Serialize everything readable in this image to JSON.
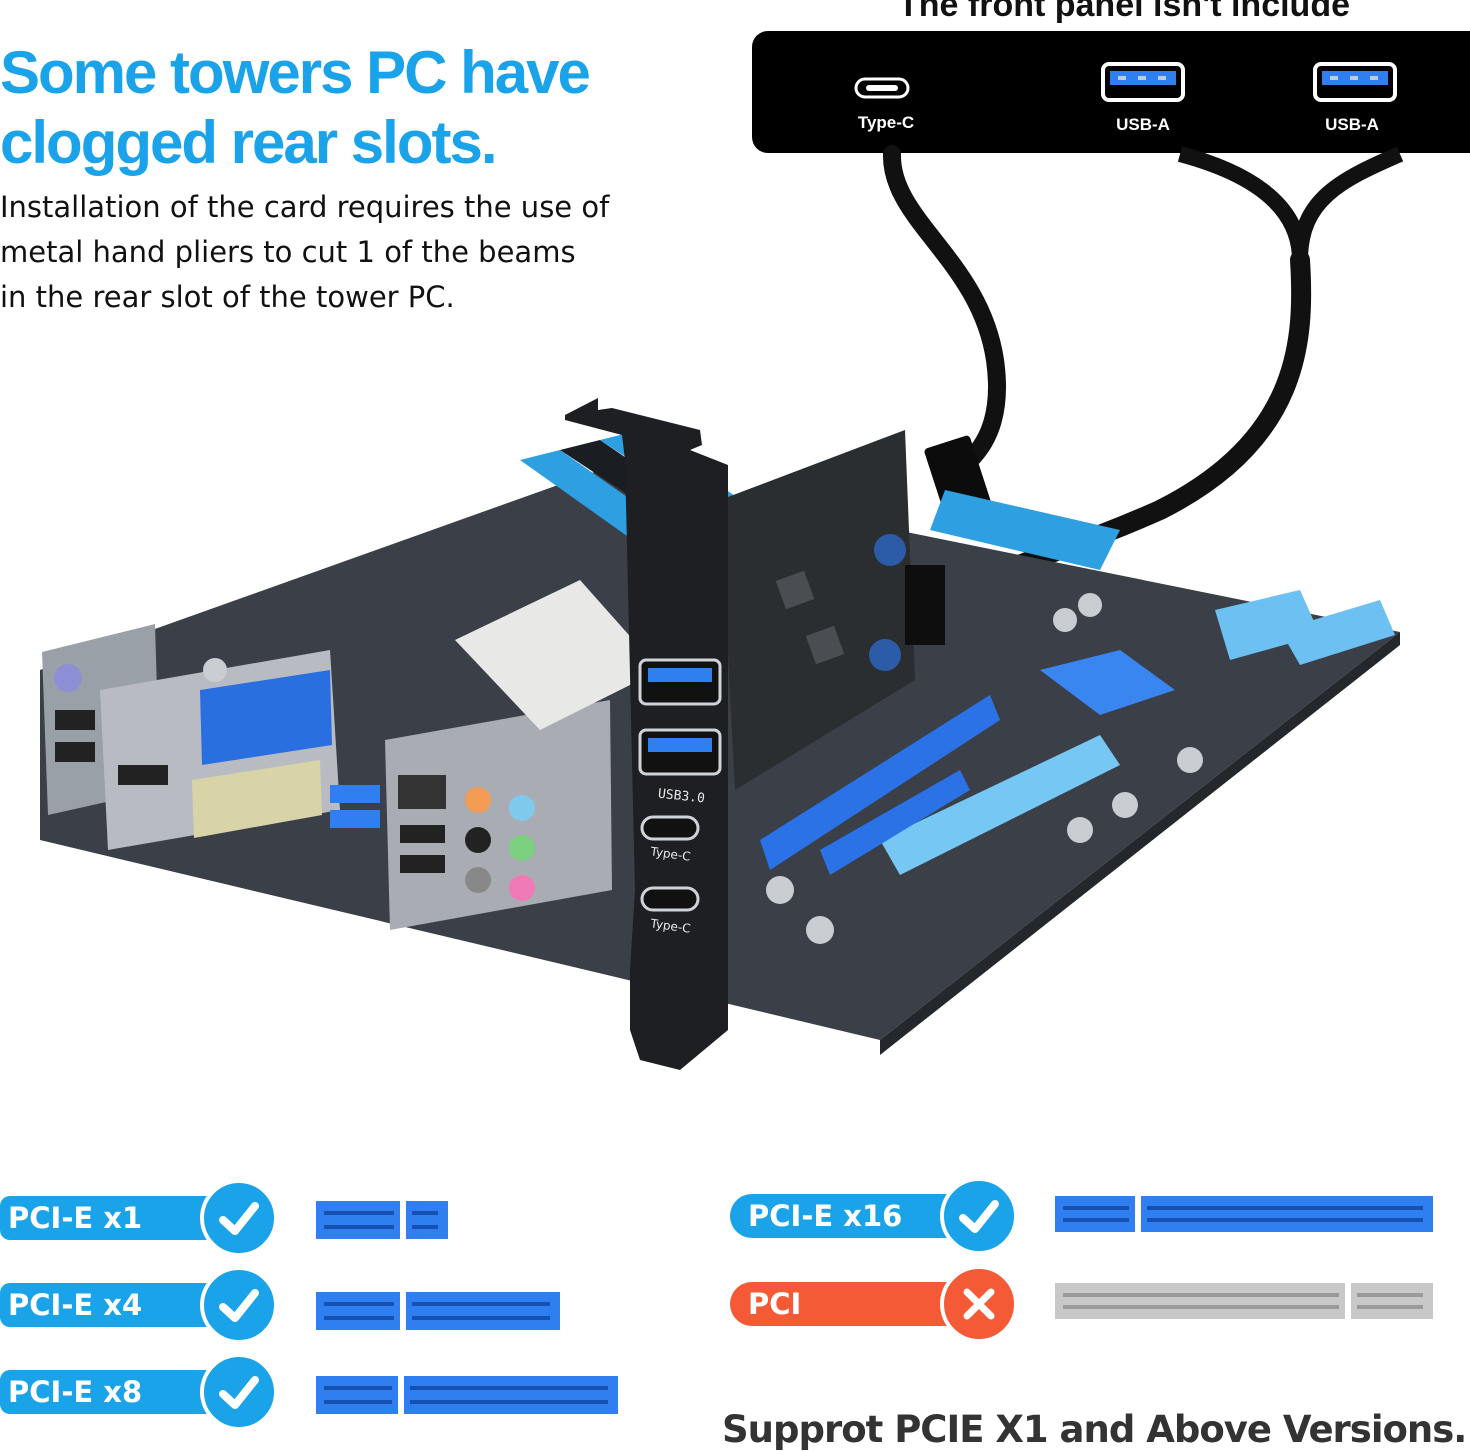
{
  "headline": "Some towers PC have clogged rear slots.",
  "description": [
    "Installation of the card requires the use of",
    "metal hand pliers to cut 1 of the beams",
    "in the rear slot of the tower PC."
  ],
  "front_panel": {
    "title": "The front panel isn't include",
    "ports": [
      {
        "label": "Type-C",
        "icon": "usb-c-port-icon"
      },
      {
        "label": "USB-A",
        "icon": "usb-a-port-icon"
      },
      {
        "label": "USB-A",
        "icon": "usb-a-port-icon"
      }
    ]
  },
  "bracket_labels": {
    "usb3": "USB3.0",
    "typec_1": "Type-C",
    "typec_2": "Type-C"
  },
  "compatibility": [
    {
      "label": "PCI-E  x1",
      "supported": true
    },
    {
      "label": "PCI-E  x4",
      "supported": true
    },
    {
      "label": "PCI-E  x8",
      "supported": true
    },
    {
      "label": "PCI-E  x16",
      "supported": true
    },
    {
      "label": "PCI",
      "supported": false
    }
  ],
  "footer_note": "Supprot PCIE X1 and Above Versions.",
  "colors": {
    "accent_blue": "#1aa3e8",
    "slot_blue": "#2f7ff0",
    "unsupported_red": "#f45a36",
    "pci_gray": "#c8c8c8"
  }
}
